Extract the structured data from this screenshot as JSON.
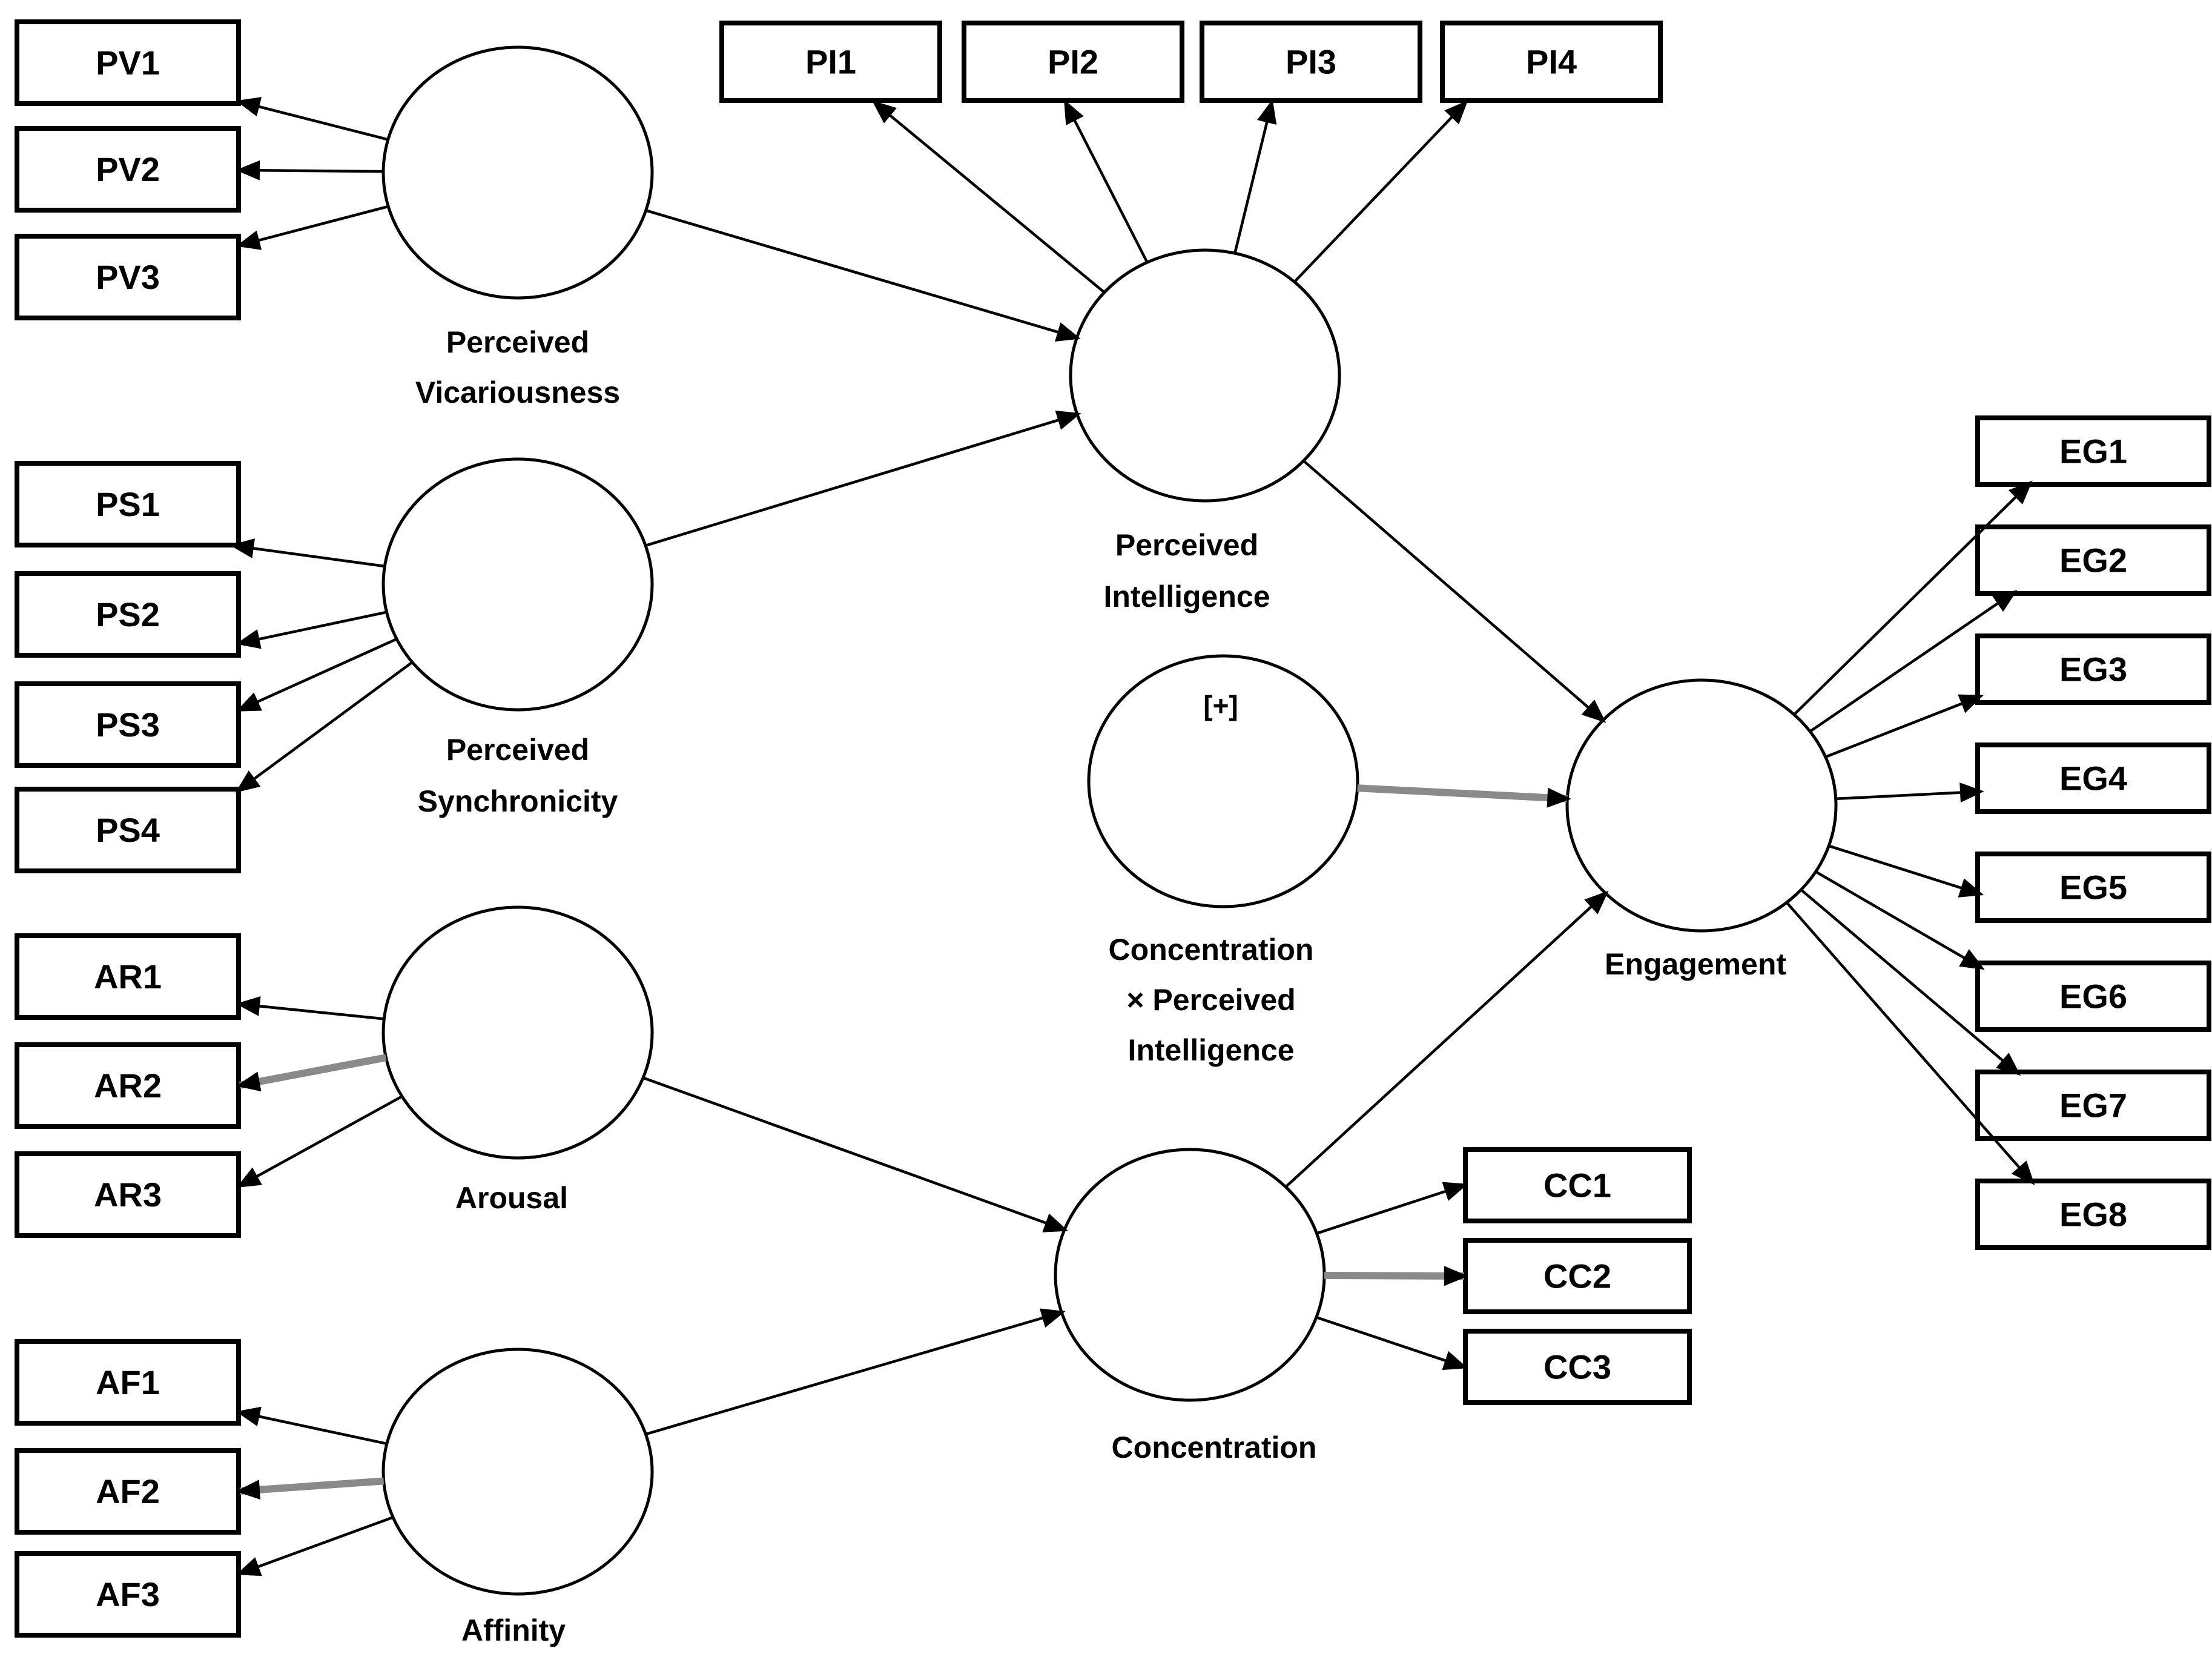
{
  "diagram": {
    "type": "sem-path-model",
    "background": "#ffffff",
    "colors": {
      "stroke": "#000000",
      "text": "#000000",
      "shape_fill": "#ffffff",
      "grey_arrow": "#8a8a8a"
    },
    "latent_variables": [
      {
        "id": "pv",
        "name": "Perceived Vicariousness",
        "label_lines": [
          "Perceived",
          "Vicariousness"
        ],
        "indicators": [
          "PV1",
          "PV2",
          "PV3"
        ]
      },
      {
        "id": "ps",
        "name": "Perceived Synchronicity",
        "label_lines": [
          "Perceived",
          "Synchronicity"
        ],
        "indicators": [
          "PS1",
          "PS2",
          "PS3",
          "PS4"
        ]
      },
      {
        "id": "ar",
        "name": "Arousal",
        "label_lines": [
          "Arousal"
        ],
        "indicators": [
          "AR1",
          "AR2",
          "AR3"
        ]
      },
      {
        "id": "af",
        "name": "Affinity",
        "label_lines": [
          "Affinity"
        ],
        "indicators": [
          "AF1",
          "AF2",
          "AF3"
        ]
      },
      {
        "id": "pi",
        "name": "Perceived Intelligence",
        "label_lines": [
          "Perceived",
          "Intelligence"
        ],
        "indicators": [
          "PI1",
          "PI2",
          "PI3",
          "PI4"
        ]
      },
      {
        "id": "mod",
        "name": "Concentration × Perceived Intelligence",
        "label_lines": [
          "Concentration",
          "× Perceived",
          "Intelligence"
        ],
        "inner_symbol": "[+]",
        "indicators": []
      },
      {
        "id": "eng",
        "name": "Engagement",
        "label_lines": [
          "Engagement"
        ],
        "indicators": [
          "EG1",
          "EG2",
          "EG3",
          "EG4",
          "EG5",
          "EG6",
          "EG7",
          "EG8"
        ]
      },
      {
        "id": "cc",
        "name": "Concentration",
        "label_lines": [
          "Concentration"
        ],
        "indicators": [
          "CC1",
          "CC2",
          "CC3"
        ]
      }
    ],
    "structural_paths": [
      {
        "from": "pv",
        "to": "pi"
      },
      {
        "from": "ps",
        "to": "pi"
      },
      {
        "from": "pi",
        "to": "eng"
      },
      {
        "from": "mod",
        "to": "eng"
      },
      {
        "from": "cc",
        "to": "eng"
      },
      {
        "from": "ar",
        "to": "cc"
      },
      {
        "from": "af",
        "to": "cc"
      }
    ]
  }
}
